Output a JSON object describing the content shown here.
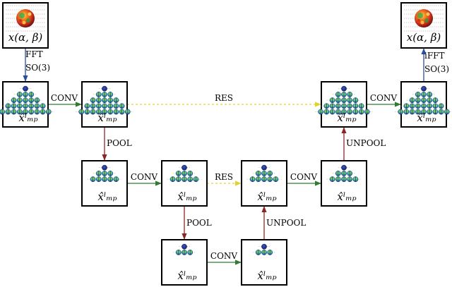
{
  "colors": {
    "forward": "#2f7d2f",
    "down": "#8b2525",
    "up": "#8b2525",
    "skip": "#e5d12e",
    "fft": "#2b4f9c",
    "ifft": "#2b4f9c"
  },
  "labels": {
    "input_signal": "x(α, β)",
    "output_signal": "x(α, β)",
    "coefficient": "x̂ˡₘₚ",
    "fft_line1": "FFT",
    "fft_line2": "SO(3)",
    "ifft_line1": "iFFT",
    "ifft_line2": "SO(3)",
    "conv": "CONV",
    "pool": "POOL",
    "unpool": "UNPOOL",
    "res": "RES"
  },
  "icons": {
    "sphere": "sphere-signal-icon",
    "coefficients": "wigner-coefficient-pyramid-icon"
  }
}
